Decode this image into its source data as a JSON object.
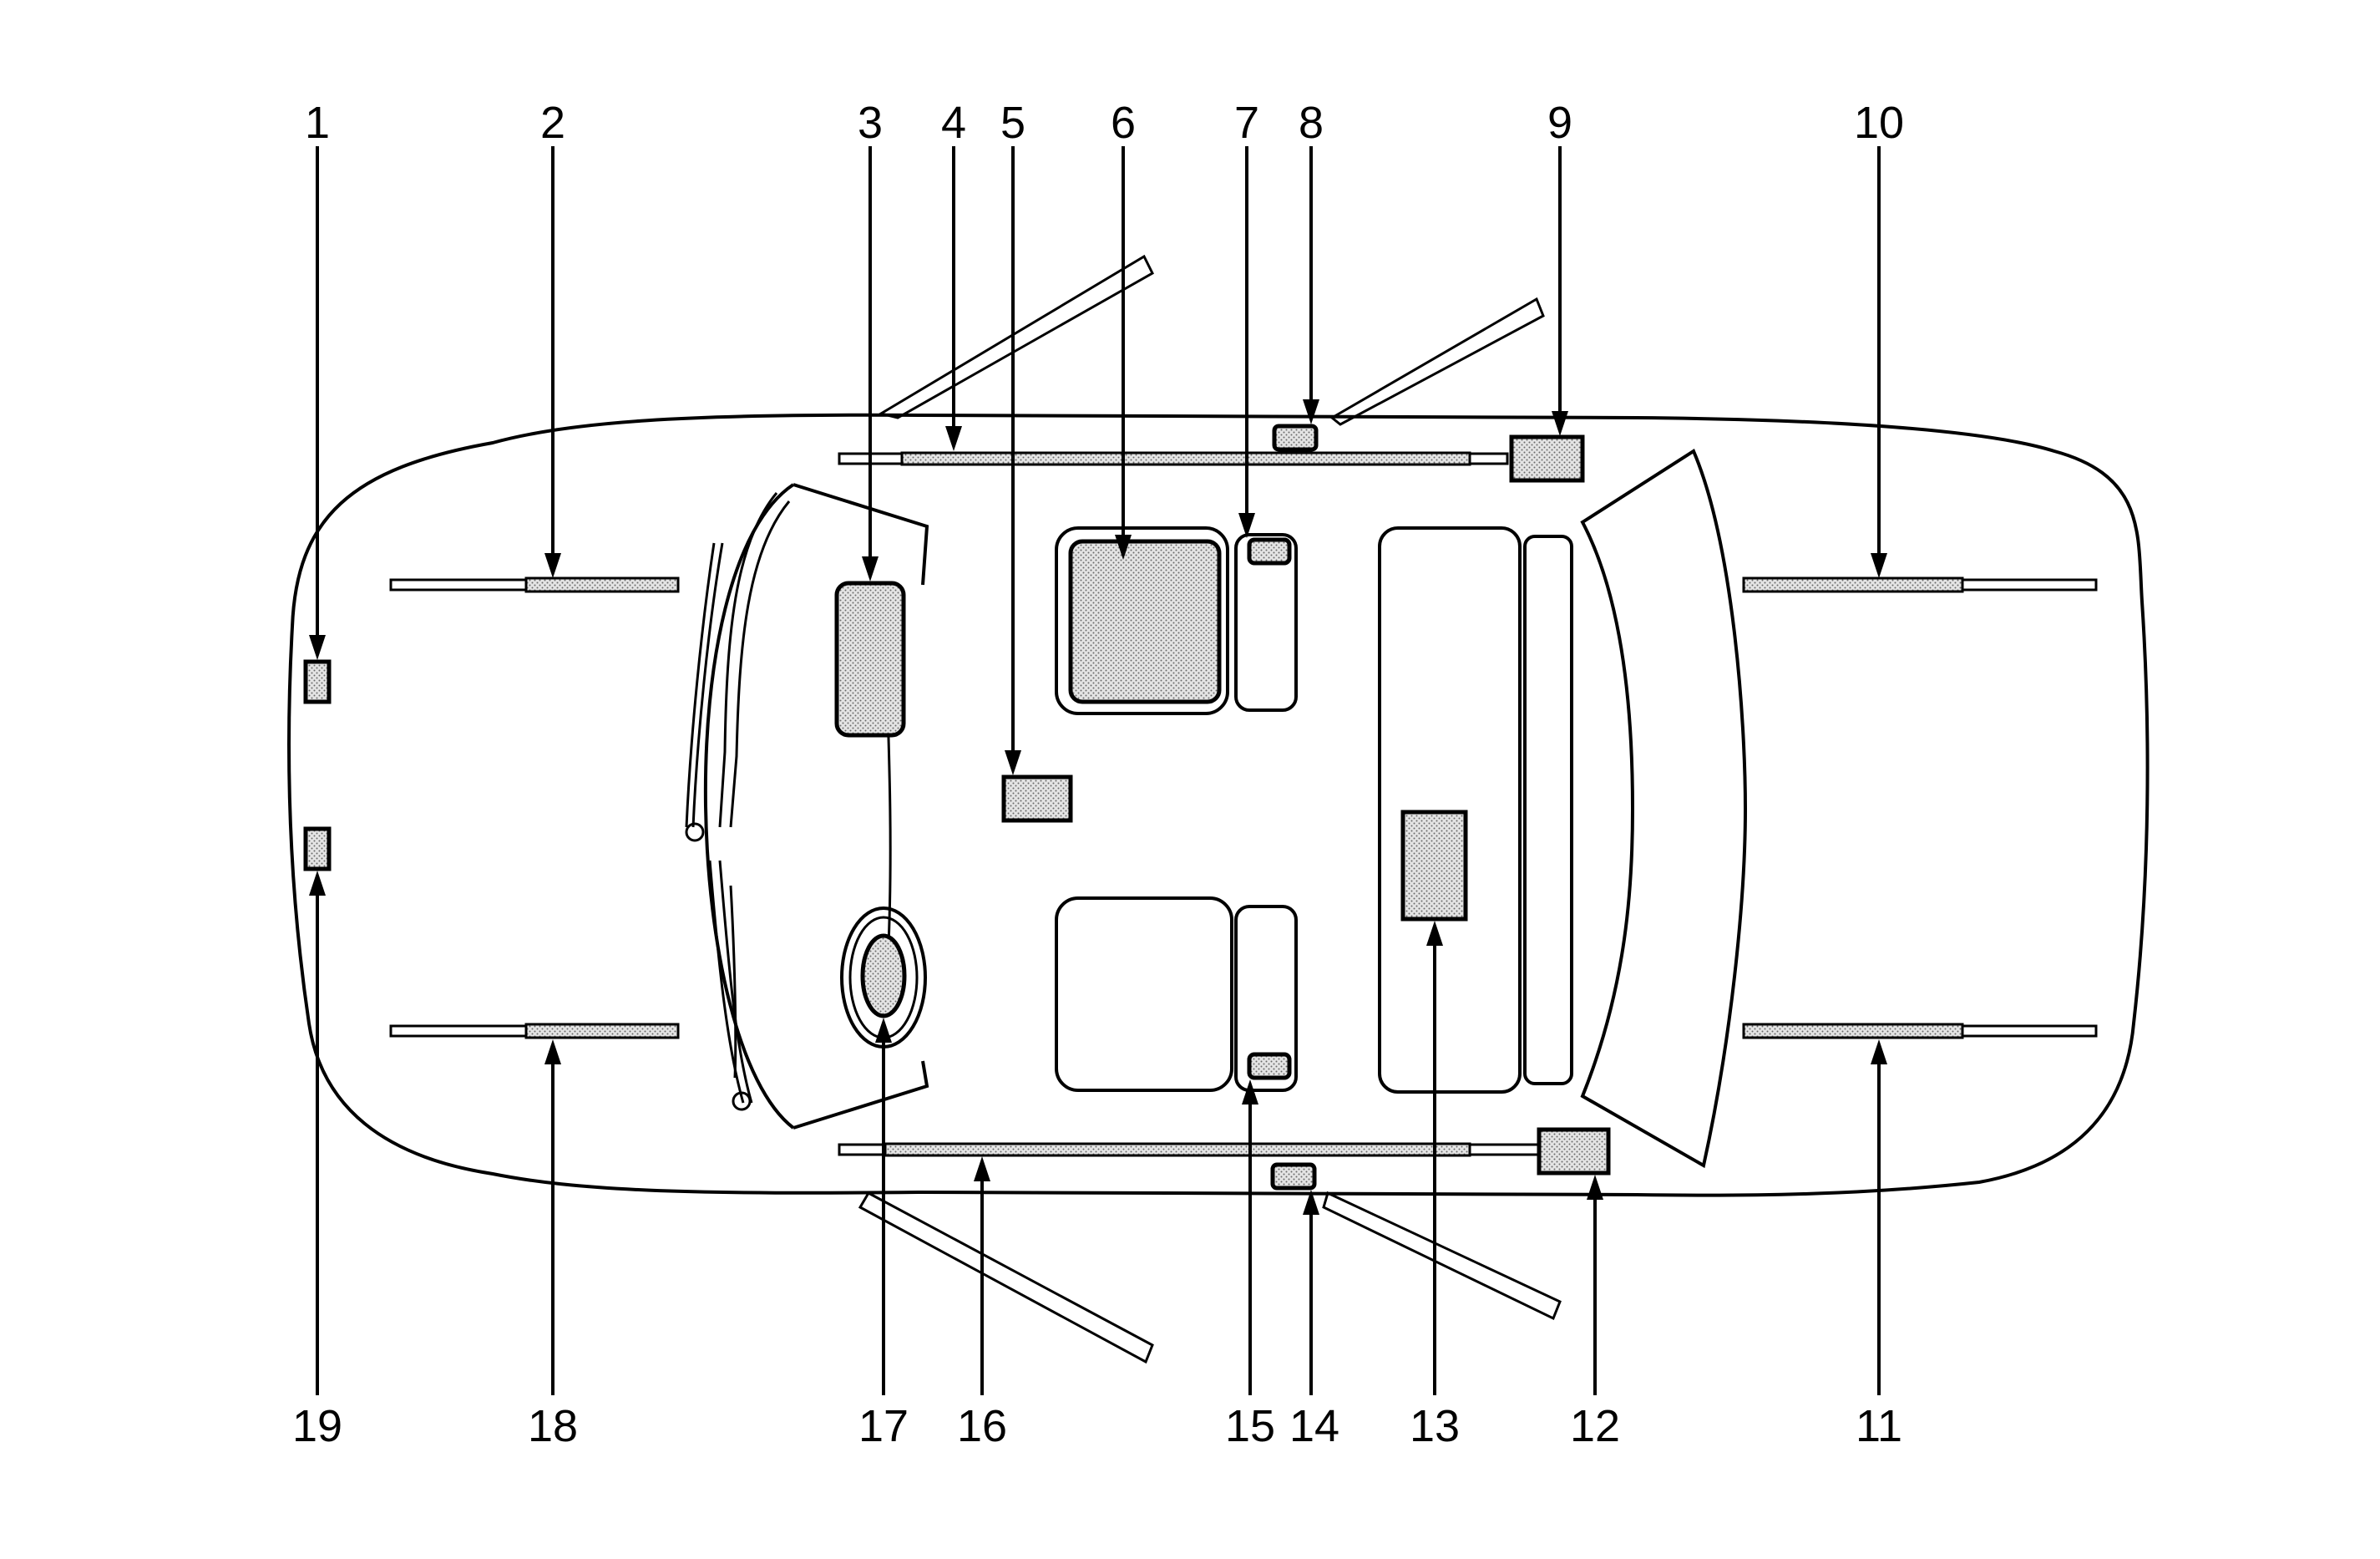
{
  "diagram": {
    "callouts": [
      {
        "id": "1",
        "label": "1"
      },
      {
        "id": "2",
        "label": "2"
      },
      {
        "id": "3",
        "label": "3"
      },
      {
        "id": "4",
        "label": "4"
      },
      {
        "id": "5",
        "label": "5"
      },
      {
        "id": "6",
        "label": "6"
      },
      {
        "id": "7",
        "label": "7"
      },
      {
        "id": "8",
        "label": "8"
      },
      {
        "id": "9",
        "label": "9"
      },
      {
        "id": "10",
        "label": "10"
      },
      {
        "id": "11",
        "label": "11"
      },
      {
        "id": "12",
        "label": "12"
      },
      {
        "id": "13",
        "label": "13"
      },
      {
        "id": "14",
        "label": "14"
      },
      {
        "id": "15",
        "label": "15"
      },
      {
        "id": "16",
        "label": "16"
      },
      {
        "id": "17",
        "label": "17"
      },
      {
        "id": "18",
        "label": "18"
      },
      {
        "id": "19",
        "label": "19"
      }
    ],
    "colors": {
      "line": "#000000",
      "fill": "#d9d9d9",
      "background": "#ffffff"
    }
  }
}
